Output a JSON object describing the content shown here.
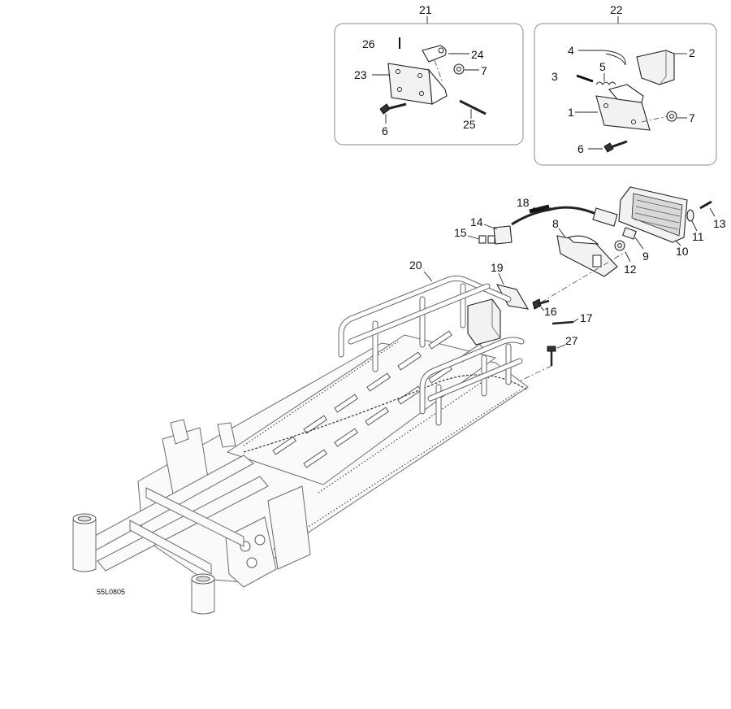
{
  "figure_code": "55L0805",
  "labels": {
    "l1": "1",
    "l2": "2",
    "l3": "3",
    "l4": "4",
    "l5": "5",
    "l6a": "6",
    "l6b": "6",
    "l7a": "7",
    "l7b": "7",
    "l8": "8",
    "l9": "9",
    "l10": "10",
    "l11": "11",
    "l12": "12",
    "l13": "13",
    "l14": "14",
    "l15": "15",
    "l16": "16",
    "l17": "17",
    "l18": "18",
    "l19": "19",
    "l20": "20",
    "l21": "21",
    "l22": "22",
    "l23": "23",
    "l24": "24",
    "l25": "25",
    "l26": "26",
    "l27": "27"
  }
}
